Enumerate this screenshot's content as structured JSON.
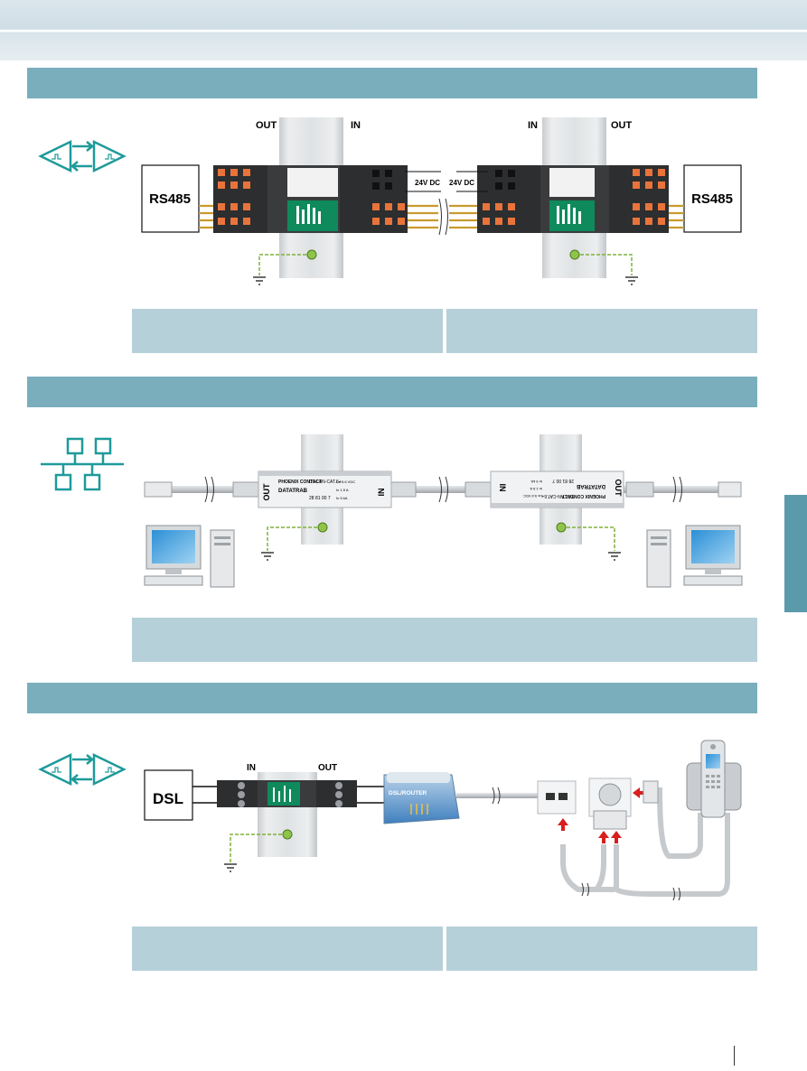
{
  "section1": {
    "out_label_left": "OUT",
    "in_label_left": "IN",
    "in_label_right": "IN",
    "out_label_right": "OUT",
    "device_left": "RS485",
    "device_right": "RS485",
    "power_left": "24V DC",
    "power_right": "24V DC"
  },
  "section2": {
    "module_left": {
      "out": "OUT",
      "in": "IN",
      "brand": "PHOENIX CONTACT",
      "model": "DT-LAN-CAT.6+",
      "series": "DATATRAB",
      "code": "28 81 00 7",
      "specs": [
        "Uc 5.6 VDC",
        "In 1.5 A",
        "In 5 kA"
      ]
    },
    "module_right": {
      "out": "OUT",
      "in": "IN",
      "brand": "PHOENIX CONTACT",
      "model": "DT-LAN-CAT.6+",
      "series": "DATATRAB",
      "code": "28 81 00 7",
      "specs": [
        "Uc 5.6 VDC",
        "In 1.5 A",
        "In 5 kA"
      ]
    }
  },
  "section3": {
    "in_label": "IN",
    "out_label": "OUT",
    "device": "DSL",
    "router_label": "DSL/ROUTER"
  },
  "colors": {
    "section_bar": "#7aaebd",
    "caption_box": "#b6d0da",
    "icon_teal": "#1f9a9a",
    "module_green": "#0f8a5c",
    "terminal_orange": "#e8743b",
    "wire_gold": "#c99a2e",
    "ground_wire": "#7fb23a"
  }
}
